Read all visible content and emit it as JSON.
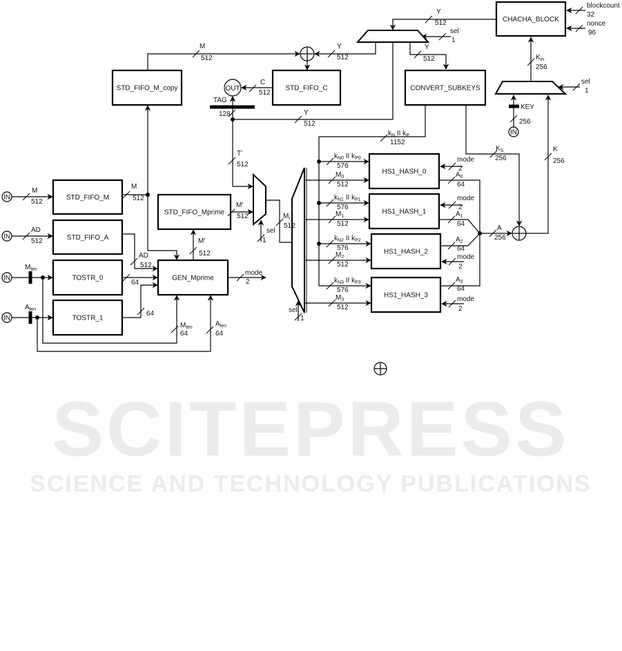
{
  "blocks": {
    "fifo_m_copy": "STD_FIFO_M_copy",
    "fifo_c": "STD_FIFO_C",
    "chacha": "CHACHA_BLOCK",
    "convert": "CONVERT_SUBKEYS",
    "fifo_m": "STD_FIFO_M",
    "fifo_a": "STD_FIFO_A",
    "tostr0": "TOSTR_0",
    "tostr1": "TOSTR_1",
    "gen": "GEN_Mprime",
    "fifo_mprime": "STD_FIFO_Mprime",
    "hash0": "HS1_HASH_0",
    "hash1": "HS1_HASH_1",
    "hash2": "HS1_HASH_2",
    "hash3": "HS1_HASH_3"
  },
  "ports": {
    "in": "IN",
    "out": "OUT",
    "tag": "TAG",
    "key": "KEY"
  },
  "signals": {
    "m_copy": {
      "name": "M",
      "width": "512"
    },
    "y_xor": {
      "name": "Y",
      "width": "512"
    },
    "y_conv": {
      "name": "Y",
      "width": "512"
    },
    "y_chacha": {
      "name": "Y",
      "width": "512"
    },
    "sel_top": {
      "name": "sel",
      "width": "1"
    },
    "c": {
      "name": "C",
      "width": "512"
    },
    "tag": {
      "width": "128"
    },
    "y_dot": {
      "name": "Y",
      "width": "512"
    },
    "t_prime": {
      "name": "T'",
      "width": "512"
    },
    "blockcount": {
      "name": "blockcount",
      "width": "32"
    },
    "nonce": {
      "name": "nonce",
      "width": "96"
    },
    "kin": {
      "name": "K",
      "sub": "in",
      "width": "256"
    },
    "sel_right": {
      "name": "sel",
      "width": "1"
    },
    "key": {
      "width": "256"
    },
    "k": {
      "name": "K",
      "width": "256"
    },
    "ks": {
      "name": "K",
      "sub": "S",
      "width": "256"
    },
    "kp": {
      "name": "k",
      "sub": "N",
      "name2": " II k",
      "sub2": "P",
      "width": "1152"
    },
    "m_in": {
      "name": "M",
      "width": "512"
    },
    "ad_in": {
      "name": "AD",
      "width": "512"
    },
    "mlen_in": {
      "name": "M",
      "sub": "len"
    },
    "alen_in": {
      "name": "A",
      "sub": "len"
    },
    "m_fifo": {
      "name": "M",
      "width": "512"
    },
    "ad": {
      "name": "AD",
      "width": "512"
    },
    "t0": {
      "width": "64"
    },
    "t1": {
      "width": "64"
    },
    "mlen_gen": {
      "name": "M",
      "sub": "len",
      "width": "64"
    },
    "alen_gen": {
      "name": "A",
      "sub": "len",
      "width": "64"
    },
    "mprime_gen": {
      "name": "M'",
      "width": "512"
    },
    "mprime_fifo": {
      "name": "M'",
      "width": "512"
    },
    "mode_gen": {
      "name": "mode",
      "width": "2"
    },
    "sel_small": {
      "name": "sel",
      "width": "1"
    },
    "mi": {
      "name": "M",
      "sub": "i",
      "width": "512"
    },
    "sel_big": {
      "name": "sel",
      "width": "1"
    },
    "kn0": {
      "name": "k",
      "sub": "N0",
      "name2": " II k",
      "sub2": "P0",
      "width": "576"
    },
    "kn1": {
      "name": "k",
      "sub": "N1",
      "name2": " II k",
      "sub2": "P1",
      "width": "576"
    },
    "kn2": {
      "name": "k",
      "sub": "N2",
      "name2": " II k",
      "sub2": "P2",
      "width": "576"
    },
    "kn3": {
      "name": "k",
      "sub": "N3",
      "name2": " II k",
      "sub2": "P3",
      "width": "576"
    },
    "m0": {
      "name": "M",
      "sub": "0",
      "width": "512"
    },
    "m1": {
      "name": "M",
      "sub": "1",
      "width": "512"
    },
    "m2": {
      "name": "M",
      "sub": "2",
      "width": "512"
    },
    "m3": {
      "name": "M",
      "sub": "3",
      "width": "512"
    },
    "mode0": {
      "name": "mode",
      "width": "2"
    },
    "mode1": {
      "name": "mode",
      "width": "2"
    },
    "mode2": {
      "name": "mode",
      "width": "2"
    },
    "mode3": {
      "name": "mode",
      "width": "2"
    },
    "a0": {
      "name": "A",
      "sub": "0",
      "width": "64"
    },
    "a1": {
      "name": "A",
      "sub": "1",
      "width": "64"
    },
    "a2": {
      "name": "A",
      "sub": "2",
      "width": "64"
    },
    "a3": {
      "name": "A",
      "sub": "3",
      "width": "64"
    },
    "a": {
      "name": "A",
      "width": "256"
    }
  },
  "watermark": {
    "title": "SCITEPRESS",
    "subtitle": "SCIENCE AND TECHNOLOGY PUBLICATIONS"
  }
}
